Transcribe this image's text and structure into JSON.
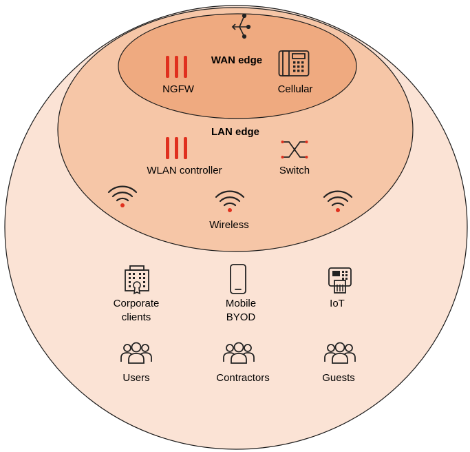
{
  "colors": {
    "outer_fill": "#fbe3d5",
    "lan_fill": "#f6c6a7",
    "wan_fill": "#efaa80",
    "stroke": "#1a1a1a",
    "accent_red": "#e0301e",
    "icon_dark": "#222222"
  },
  "wan": {
    "icon": "network-branch-icon",
    "title": "WAN edge",
    "ngfw": {
      "icon": "ngfw-firewall-icon",
      "label": "NGFW"
    },
    "cellular": {
      "icon": "cellular-device-icon",
      "label": "Cellular"
    }
  },
  "lan": {
    "title": "LAN edge",
    "wlan": {
      "icon": "wlan-controller-icon",
      "label": "WLAN controller"
    },
    "switch": {
      "icon": "switch-icon",
      "label": "Switch"
    },
    "wireless_label": "Wireless"
  },
  "endpoints": {
    "corporate": {
      "icon": "corporate-building-icon",
      "line1": "Corporate",
      "line2": "clients"
    },
    "mobile": {
      "icon": "mobile-phone-icon",
      "line1": "Mobile",
      "line2": "BYOD"
    },
    "iot": {
      "icon": "iot-terminal-icon",
      "label": "IoT"
    },
    "users": {
      "icon": "users-group-icon",
      "label": "Users"
    },
    "contractors": {
      "icon": "contractors-group-icon",
      "label": "Contractors"
    },
    "guests": {
      "icon": "guests-group-icon",
      "label": "Guests"
    }
  }
}
